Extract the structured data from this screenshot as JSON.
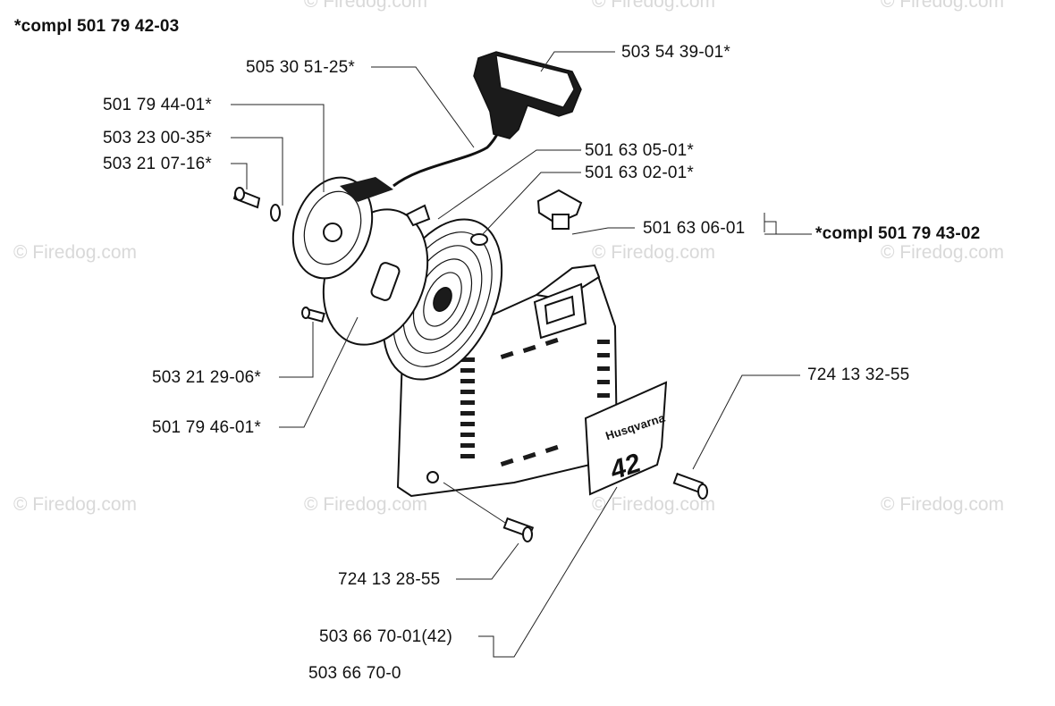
{
  "assembly": {
    "top_compl": "*compl 501 79 42-03",
    "right_compl": "*compl 501 79 43-02"
  },
  "parts": {
    "handle": "503 54 39-01*",
    "starter_cord": "505 30 51-25*",
    "pulley": "501 79 44-01*",
    "washer": "503 23 00-35*",
    "screw_center": "503 21 07-16*",
    "spring_cassette": "501 63 05-01*",
    "pawl_nut": "501 63 02-01*",
    "cord_guide": "501 63 06-01",
    "screw_lower": "503 21 29-06*",
    "spring_plate": "501 79 46-01*",
    "screw_right": "724 13 32-55",
    "screw_bottom": "724 13 28-55",
    "decal_42": "503 66 70-01(42)",
    "decal_other": "503 66 70-0"
  },
  "decal": {
    "brand": "Husqvarna",
    "model": "42"
  },
  "watermark": "© Firedog.com"
}
